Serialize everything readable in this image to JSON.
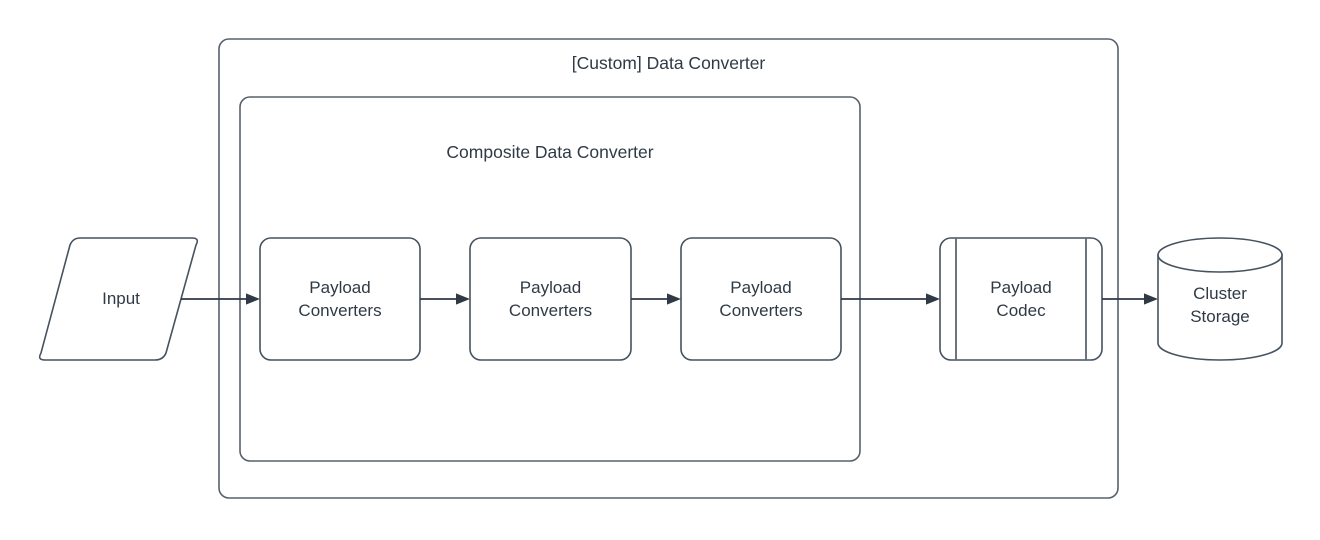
{
  "diagram": {
    "title": "[Custom] Data Converter",
    "background_color": "#ffffff",
    "stroke_color": "#45525f",
    "text_color": "#2f3a45",
    "containers": [
      {
        "id": "custom-data-converter",
        "label": "[Custom] Data Converter",
        "shape": "rounded-rectangle"
      },
      {
        "id": "composite-data-converter",
        "label": "Composite Data Converter",
        "shape": "rounded-rectangle"
      }
    ],
    "nodes": [
      {
        "id": "input",
        "label": "Input",
        "shape": "parallelogram"
      },
      {
        "id": "payload-converters-1",
        "label": "Payload\nConverters",
        "shape": "rounded-rectangle"
      },
      {
        "id": "payload-converters-2",
        "label": "Payload\nConverters",
        "shape": "rounded-rectangle"
      },
      {
        "id": "payload-converters-3",
        "label": "Payload\nConverters",
        "shape": "rounded-rectangle"
      },
      {
        "id": "payload-codec",
        "label": "Payload\nCodec",
        "shape": "predefined-process"
      },
      {
        "id": "cluster-storage",
        "label": "Cluster\nStorage",
        "shape": "cylinder"
      }
    ],
    "edges": [
      {
        "id": "edge-input-to-pc1",
        "from": "input",
        "to": "payload-converters-1",
        "arrow": "end"
      },
      {
        "id": "edge-pc1-to-pc2",
        "from": "payload-converters-1",
        "to": "payload-converters-2",
        "arrow": "end"
      },
      {
        "id": "edge-pc2-to-pc3",
        "from": "payload-converters-2",
        "to": "payload-converters-3",
        "arrow": "end"
      },
      {
        "id": "edge-pc3-to-codec",
        "from": "payload-converters-3",
        "to": "payload-codec",
        "arrow": "end"
      },
      {
        "id": "edge-codec-to-storage",
        "from": "payload-codec",
        "to": "cluster-storage",
        "arrow": "end"
      }
    ]
  }
}
